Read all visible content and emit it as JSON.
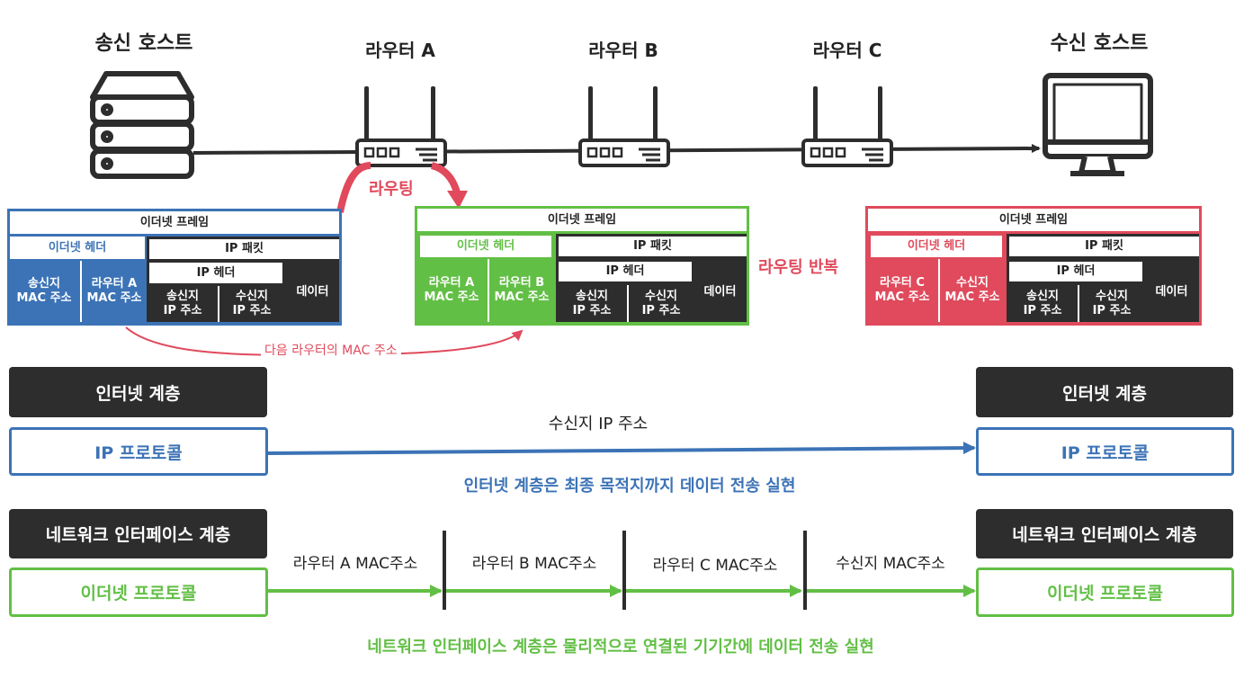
{
  "hosts": {
    "sender": "송신 호스트",
    "receiver": "수신 호스트"
  },
  "routers": [
    "라우터 A",
    "라우터 B",
    "라우터 C"
  ],
  "routing": {
    "label": "라우팅",
    "repeat_label": "라우팅 반복",
    "next_mac_label": "다음 라우터의 MAC 주소"
  },
  "frames": [
    {
      "title": "이더넷 프레임",
      "header": "이더넷 헤더",
      "mac1": "송신지\nMAC 주소",
      "mac2": "라우터 A\nMAC 주소",
      "ip_packet": "IP 패킷",
      "ip_header": "IP 헤더",
      "src_ip": "송신지\nIP 주소",
      "dst_ip": "수신지\nIP 주소",
      "data": "데이터"
    },
    {
      "title": "이더넷 프레임",
      "header": "이더넷 헤더",
      "mac1": "라우터 A\nMAC 주소",
      "mac2": "라우터 B\nMAC 주소",
      "ip_packet": "IP 패킷",
      "ip_header": "IP 헤더",
      "src_ip": "송신지\nIP 주소",
      "dst_ip": "수신지\nIP 주소",
      "data": "데이터"
    },
    {
      "title": "이더넷 프레임",
      "header": "이더넷 헤더",
      "mac1": "라우터 C\nMAC 주소",
      "mac2": "수신지\nMAC 주소",
      "ip_packet": "IP 패킷",
      "ip_header": "IP 헤더",
      "src_ip": "송신지\nIP 주소",
      "dst_ip": "수신지\nIP 주소",
      "data": "데이터"
    }
  ],
  "internet_layer": {
    "left_title": "인터넷 계층",
    "right_title": "인터넷 계층",
    "left_protocol": "IP 프로토콜",
    "right_protocol": "IP 프로토콜",
    "arrow_label": "수신지 IP 주소",
    "caption": "인터넷 계층은 최종 목적지까지 데이터 전송 실현"
  },
  "network_layer": {
    "left_title": "네트워크 인터페이스 계층",
    "right_title": "네트워크 인터페이스 계층",
    "left_protocol": "이더넷 프로토콜",
    "right_protocol": "이더넷 프로토콜",
    "segments": [
      "라우터 A  MAC주소",
      "라우터 B  MAC주소",
      "라우터 C  MAC주소",
      "수신지 MAC주소"
    ],
    "caption": "네트워크 인터페이스 계층은 물리적으로 연결된 기기간에 데이터 전송 실현"
  },
  "colors": {
    "blue": "#3c73b6",
    "green": "#62bf45",
    "red": "#e04a5c",
    "dark": "#2d2d2d"
  }
}
